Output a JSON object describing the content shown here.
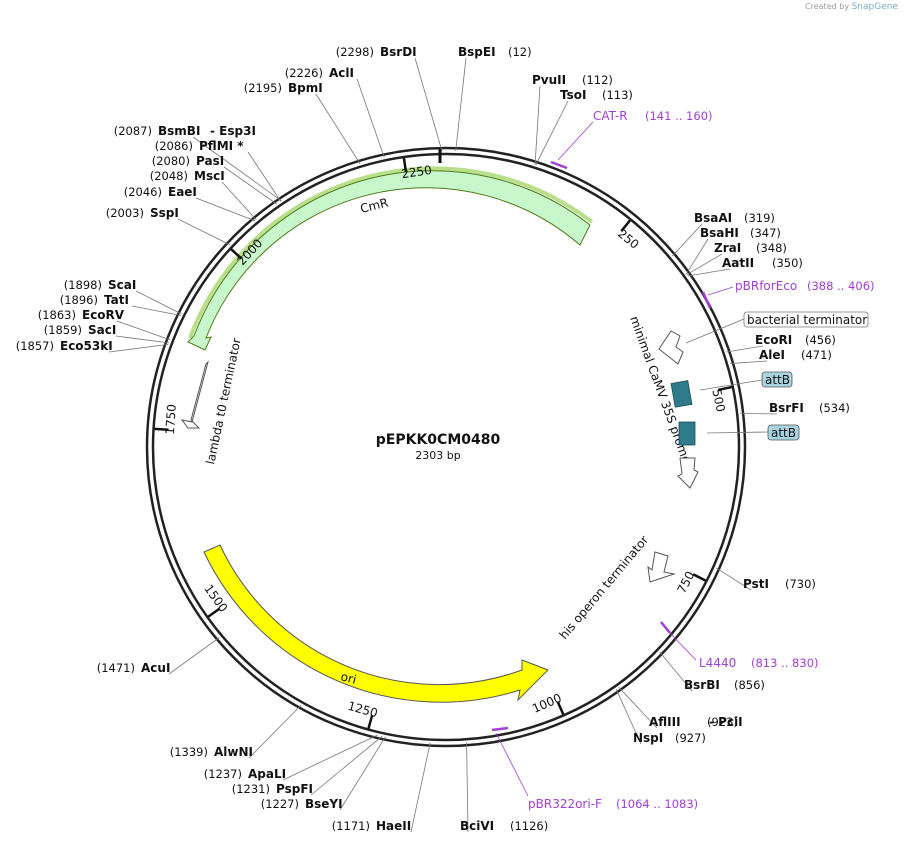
{
  "credit": {
    "prefix": "Created by",
    "brand": "SnapGene"
  },
  "plasmid": {
    "name": "pEPKK0CM0480",
    "size_text": "2303 bp",
    "length": 2303
  },
  "ticks": [
    {
      "pos": 250,
      "label": "250"
    },
    {
      "pos": 500,
      "label": "500"
    },
    {
      "pos": 750,
      "label": "750"
    },
    {
      "pos": 1000,
      "label": "1000"
    },
    {
      "pos": 1250,
      "label": "1250"
    },
    {
      "pos": 1500,
      "label": "1500"
    },
    {
      "pos": 1750,
      "label": "1750"
    },
    {
      "pos": 2000,
      "label": "2000"
    },
    {
      "pos": 2250,
      "label": "2250"
    }
  ],
  "enzymes": [
    {
      "name": "BsrDI",
      "pos": "(2298)",
      "bp": 2298
    },
    {
      "name": "BspEI",
      "pos": "(12)",
      "bp": 12
    },
    {
      "name": "AclI",
      "pos": "(2226)",
      "bp": 2226
    },
    {
      "name": "BpmI",
      "pos": "(2195)",
      "bp": 2195
    },
    {
      "name": "PvuII",
      "pos": "(112)",
      "bp": 112
    },
    {
      "name": "TsoI",
      "pos": "(113)",
      "bp": 113
    },
    {
      "name": "BsmBI",
      "pos": "(2087)",
      "bp": 2087,
      "extra": "-  Esp3I"
    },
    {
      "name": "PflMI *",
      "pos": "(2086)",
      "bp": 2086
    },
    {
      "name": "PasI",
      "pos": "(2080)",
      "bp": 2080
    },
    {
      "name": "MscI",
      "pos": "(2048)",
      "bp": 2048
    },
    {
      "name": "EaeI",
      "pos": "(2046)",
      "bp": 2046
    },
    {
      "name": "SspI",
      "pos": "(2003)",
      "bp": 2003
    },
    {
      "name": "BsaAI",
      "pos": "(319)",
      "bp": 319
    },
    {
      "name": "BsaHI",
      "pos": "(347)",
      "bp": 347
    },
    {
      "name": "ZraI",
      "pos": "(348)",
      "bp": 348
    },
    {
      "name": "AatII",
      "pos": "(350)",
      "bp": 350
    },
    {
      "name": "ScaI",
      "pos": "(1898)",
      "bp": 1898
    },
    {
      "name": "TatI",
      "pos": "(1896)",
      "bp": 1896
    },
    {
      "name": "EcoRV",
      "pos": "(1863)",
      "bp": 1863
    },
    {
      "name": "SacI",
      "pos": "(1859)",
      "bp": 1859
    },
    {
      "name": "Eco53kI",
      "pos": "(1857)",
      "bp": 1857
    },
    {
      "name": "EcoRI",
      "pos": "(456)",
      "bp": 456
    },
    {
      "name": "AleI",
      "pos": "(471)",
      "bp": 471
    },
    {
      "name": "BsrFI",
      "pos": "(534)",
      "bp": 534
    },
    {
      "name": "PstI",
      "pos": "(730)",
      "bp": 730
    },
    {
      "name": "BsrBI",
      "pos": "(856)",
      "bp": 856
    },
    {
      "name": "AflIII",
      "pos": "(923)",
      "bp": 923,
      "extra": "-  PciI"
    },
    {
      "name": "NspI",
      "pos": "(927)",
      "bp": 927
    },
    {
      "name": "AcuI",
      "pos": "(1471)",
      "bp": 1471
    },
    {
      "name": "AlwNI",
      "pos": "(1339)",
      "bp": 1339
    },
    {
      "name": "ApaLI",
      "pos": "(1237)",
      "bp": 1237
    },
    {
      "name": "PspFI",
      "pos": "(1231)",
      "bp": 1231
    },
    {
      "name": "BseYI",
      "pos": "(1227)",
      "bp": 1227
    },
    {
      "name": "HaeII",
      "pos": "(1171)",
      "bp": 1171
    },
    {
      "name": "BciVI",
      "pos": "(1126)",
      "bp": 1126
    }
  ],
  "primers": [
    {
      "name": "CAT-R",
      "range": "(141 .. 160)"
    },
    {
      "name": "pBRforEco",
      "range": "(388 .. 406)"
    },
    {
      "name": "L4440",
      "range": "(813 .. 830)"
    },
    {
      "name": "pBR322ori-F",
      "range": "(1064 .. 1083)"
    }
  ],
  "features": [
    {
      "name": "CmR",
      "color": "#c8f7cc",
      "stroke": "#4e7a1a"
    },
    {
      "name": "lambda t0 terminator",
      "color": "#ffffff"
    },
    {
      "name": "bacterial terminator",
      "color": "#ffffff"
    },
    {
      "name": "minimal CaMV 35S promoter",
      "color": "#ffffff"
    },
    {
      "name": "attB",
      "color": "#2e7b8c"
    },
    {
      "name": "attB",
      "color": "#2e7b8c"
    },
    {
      "name": "his operon terminator",
      "color": "#ffffff"
    },
    {
      "name": "ori",
      "color": "#ffff00"
    }
  ],
  "colors": {
    "primer": "#a13ed8",
    "attb_box": "#a8d3e0",
    "cmr_outline": "#b8e08a"
  }
}
